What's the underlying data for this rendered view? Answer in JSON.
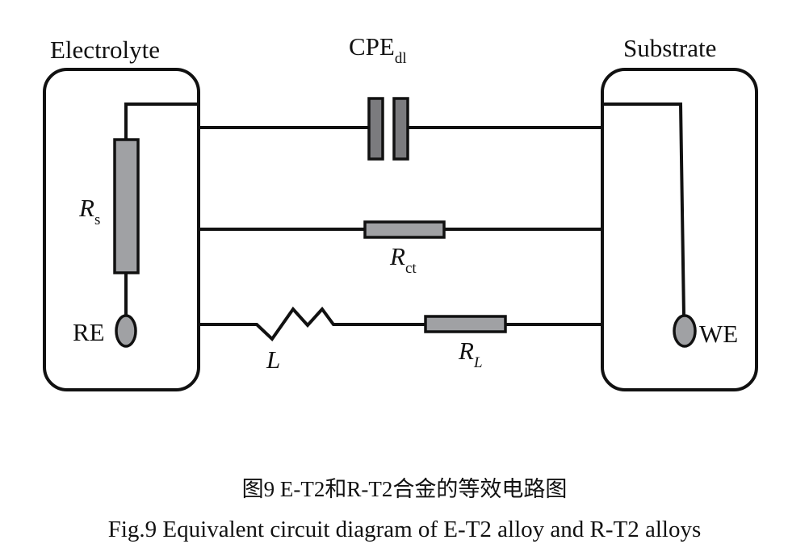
{
  "diagram": {
    "labels": {
      "electrolyte": "Electrolyte",
      "substrate": "Substrate",
      "cpe_main": "CPE",
      "cpe_sub": "dl",
      "rs_main": "R",
      "rs_sub": "s",
      "rct_main": "R",
      "rct_sub": "ct",
      "l": "L",
      "rl_main": "R",
      "rl_sub": "L",
      "re": "RE",
      "we": "WE"
    },
    "colors": {
      "wire": "#111111",
      "resistor_fill": "#a0a1a4",
      "capacitor_fill": "#7b7b7e"
    }
  },
  "caption": {
    "chinese": "图9  E-T2和R-T2合金的等效电路图",
    "english": "Fig.9  Equivalent circuit diagram of E-T2 alloy and R-T2 alloys"
  }
}
